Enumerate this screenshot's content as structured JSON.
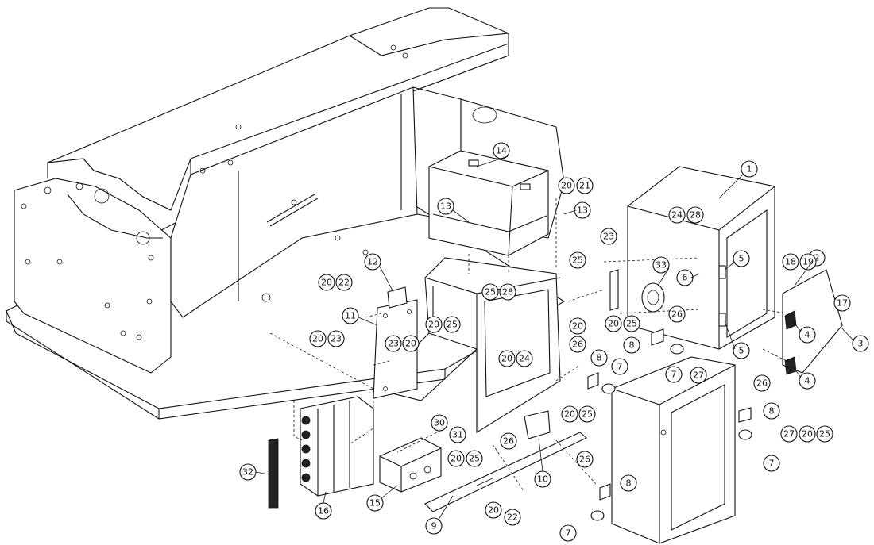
{
  "diagram": {
    "type": "exploded-assembly-drawing",
    "callouts": [
      {
        "id": "c1",
        "label": "1"
      },
      {
        "id": "c2",
        "label": "2"
      },
      {
        "id": "c3",
        "label": "3"
      },
      {
        "id": "c4a",
        "label": "4"
      },
      {
        "id": "c4b",
        "label": "4"
      },
      {
        "id": "c5a",
        "label": "5"
      },
      {
        "id": "c5b",
        "label": "5"
      },
      {
        "id": "c6",
        "label": "6"
      },
      {
        "id": "c7a",
        "label": "7"
      },
      {
        "id": "c7b",
        "label": "7"
      },
      {
        "id": "c7c",
        "label": "7"
      },
      {
        "id": "c7d",
        "label": "7"
      },
      {
        "id": "c8a",
        "label": "8"
      },
      {
        "id": "c8b",
        "label": "8"
      },
      {
        "id": "c8c",
        "label": "8"
      },
      {
        "id": "c8d",
        "label": "8"
      },
      {
        "id": "c9",
        "label": "9"
      },
      {
        "id": "c10",
        "label": "10"
      },
      {
        "id": "c11",
        "label": "11"
      },
      {
        "id": "c12",
        "label": "12"
      },
      {
        "id": "c13a",
        "label": "13"
      },
      {
        "id": "c13b",
        "label": "13"
      },
      {
        "id": "c14",
        "label": "14"
      },
      {
        "id": "c15",
        "label": "15"
      },
      {
        "id": "c16",
        "label": "16"
      },
      {
        "id": "c17",
        "label": "17"
      },
      {
        "id": "c18",
        "label": "18"
      },
      {
        "id": "c19",
        "label": "19"
      },
      {
        "id": "c20a",
        "label": "20"
      },
      {
        "id": "c21",
        "label": "21"
      },
      {
        "id": "c24a",
        "label": "24"
      },
      {
        "id": "c28a",
        "label": "28"
      },
      {
        "id": "c23a",
        "label": "23"
      },
      {
        "id": "c25a",
        "label": "25"
      },
      {
        "id": "c33",
        "label": "33"
      },
      {
        "id": "c20b",
        "label": "20"
      },
      {
        "id": "c22a",
        "label": "22"
      },
      {
        "id": "c25b",
        "label": "25"
      },
      {
        "id": "c28b",
        "label": "28"
      },
      {
        "id": "c20c",
        "label": "20"
      },
      {
        "id": "c25c",
        "label": "25"
      },
      {
        "id": "c26a",
        "label": "26"
      },
      {
        "id": "c20d",
        "label": "20"
      },
      {
        "id": "c23b",
        "label": "23"
      },
      {
        "id": "c23c",
        "label": "23"
      },
      {
        "id": "c20e",
        "label": "20"
      },
      {
        "id": "c20f",
        "label": "20"
      },
      {
        "id": "c24b",
        "label": "24"
      },
      {
        "id": "c20g",
        "label": "20"
      },
      {
        "id": "c26b",
        "label": "26"
      },
      {
        "id": "c27a",
        "label": "27"
      },
      {
        "id": "c26c",
        "label": "26"
      },
      {
        "id": "c27b",
        "label": "27"
      },
      {
        "id": "c20h",
        "label": "20"
      },
      {
        "id": "c25d",
        "label": "25"
      },
      {
        "id": "c20i",
        "label": "20"
      },
      {
        "id": "c25e",
        "label": "25"
      },
      {
        "id": "c30",
        "label": "30"
      },
      {
        "id": "c31",
        "label": "31"
      },
      {
        "id": "c20j",
        "label": "20"
      },
      {
        "id": "c25f",
        "label": "25"
      },
      {
        "id": "c26d",
        "label": "26"
      },
      {
        "id": "c26e",
        "label": "26"
      },
      {
        "id": "c20k",
        "label": "20"
      },
      {
        "id": "c22b",
        "label": "22"
      },
      {
        "id": "c32",
        "label": "32"
      },
      {
        "id": "c20l",
        "label": "20"
      },
      {
        "id": "c25g",
        "label": "25"
      }
    ]
  }
}
